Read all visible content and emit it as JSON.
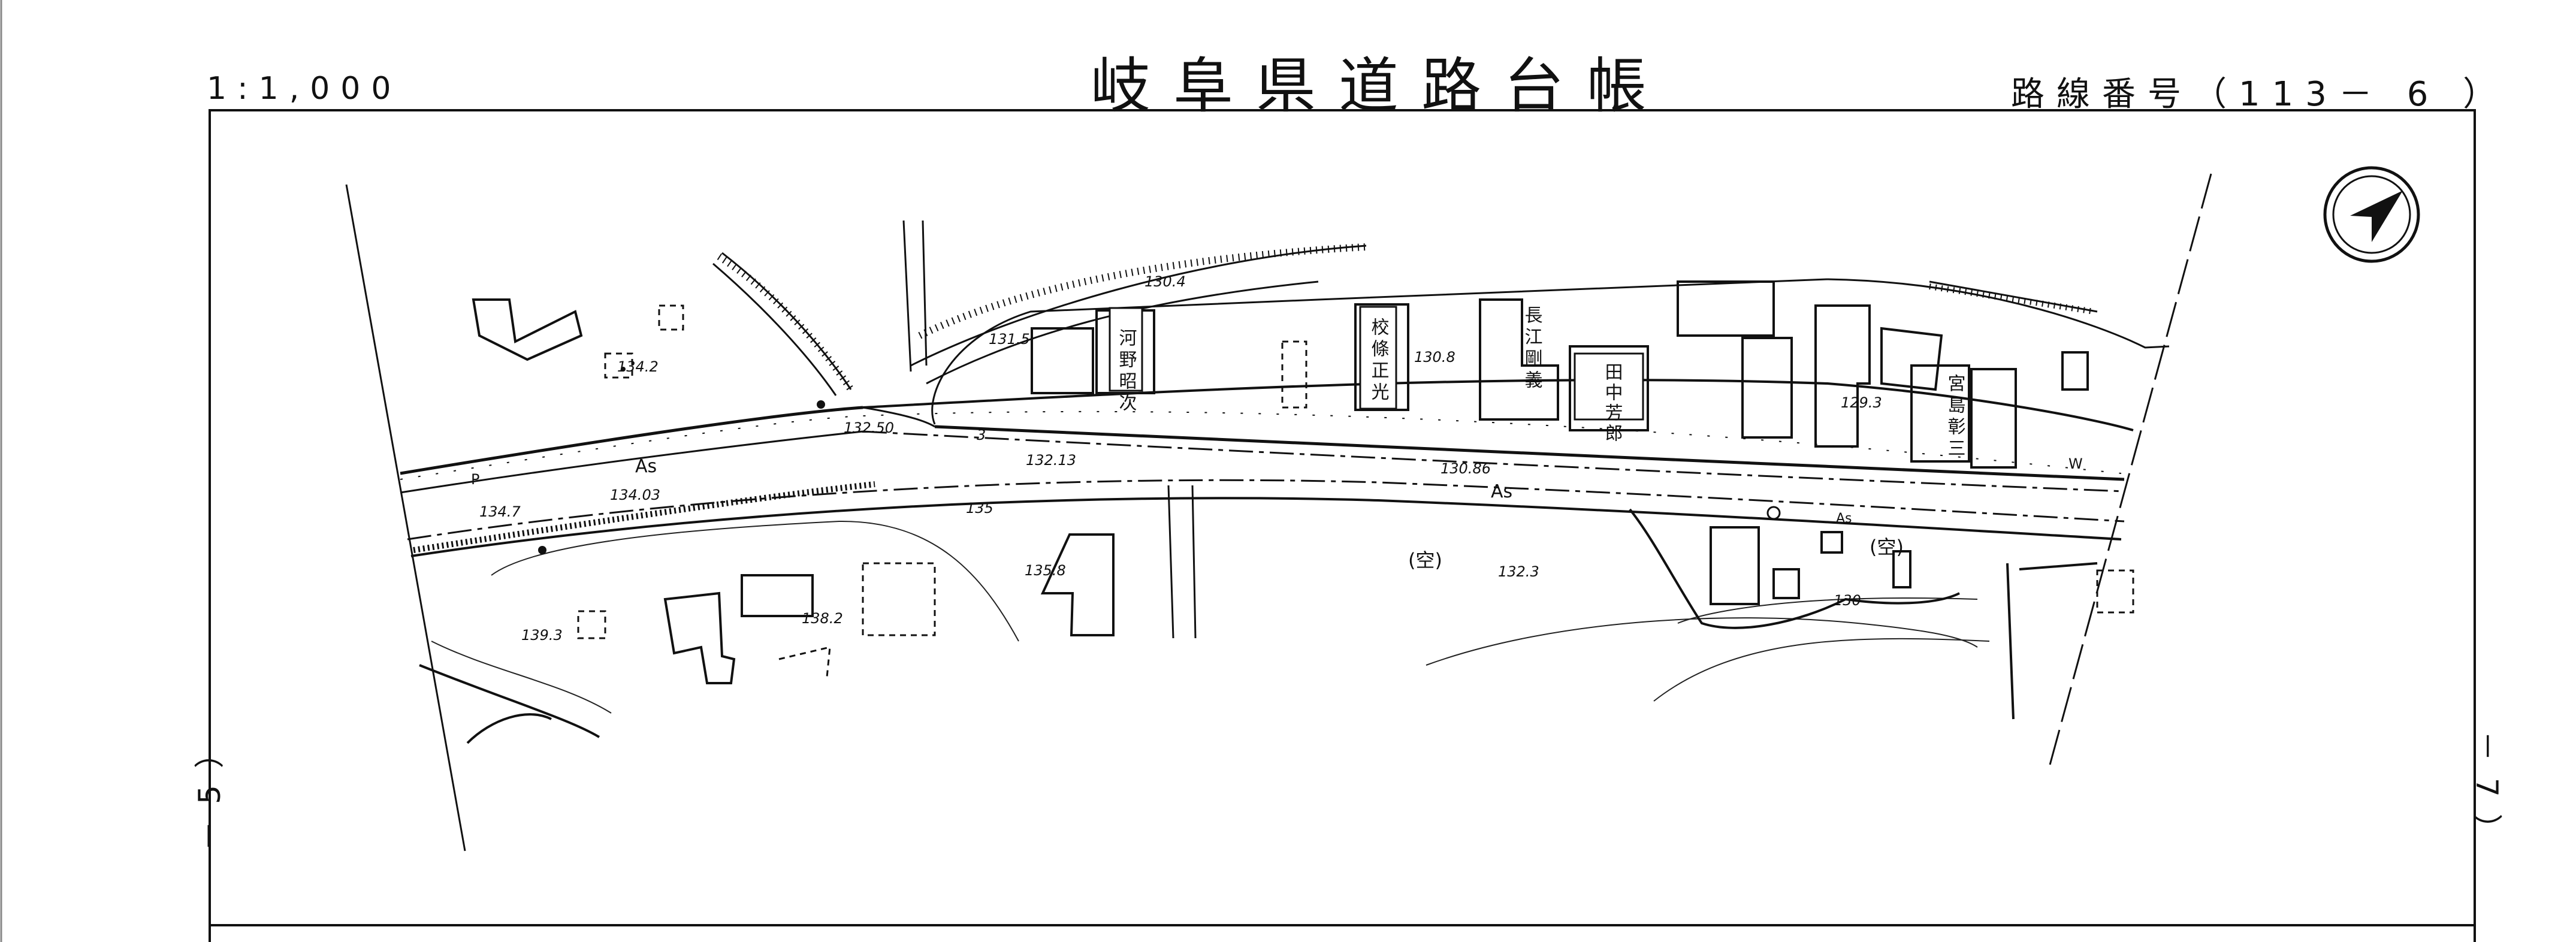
{
  "header": {
    "scale": "1:1,000",
    "title": "岐阜県道路台帳",
    "route": "路線番号（113－ 6 ）"
  },
  "sheet_edges": {
    "left": "－5）",
    "right": "－7）"
  },
  "map": {
    "north_arrow_icon": "north-arrow-icon",
    "owners": {
      "kawano": "河野昭次",
      "kojo": "校條正光",
      "nagae": "長江剛義",
      "tanaka": "田中芳郎",
      "miyajima": "宮島彰三"
    },
    "labels": {
      "empty_1": "(空)",
      "empty_2": "(空)",
      "as_1": "As",
      "as_2": "As",
      "as_3": "As",
      "p": "P",
      "w": "W"
    },
    "elevations": {
      "e1304": "130.4",
      "e1315": "131.5",
      "e1342": "134.2",
      "e13250": "132.50",
      "e13213": "132.13",
      "e13086": "130.86",
      "e1308": "130.8",
      "e1293": "129.3",
      "e13403": "134.03",
      "e1347": "134.7",
      "e135": "135",
      "e1358": "135.8",
      "e1323": "132.3",
      "e1393": "139.3",
      "e1382": "138.2",
      "e130": "130",
      "e3": "3"
    }
  }
}
